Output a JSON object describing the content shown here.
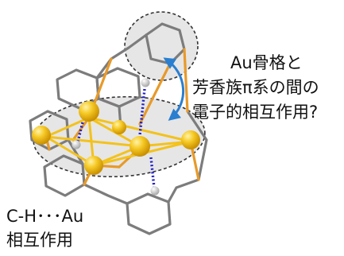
{
  "annotations": {
    "right_line1": "Au骨格と",
    "right_line2": "芳香族π系の間の",
    "right_line3": "電子的相互作用?",
    "left_line1": "C-H･･･Au",
    "left_line2": "相互作用"
  },
  "colors": {
    "gold": "#f3c21c",
    "gold_edge": "#d9a300",
    "sulfur_bond": "#e79a2a",
    "ring_bond": "#7c7c7c",
    "hbond_dash": "#1d1dcc",
    "arrow": "#2a7fd0",
    "ellipse_fill": "#e7e7e7",
    "ellipse_stroke": "#333333",
    "hydrogen": "#e4e4e4"
  }
}
